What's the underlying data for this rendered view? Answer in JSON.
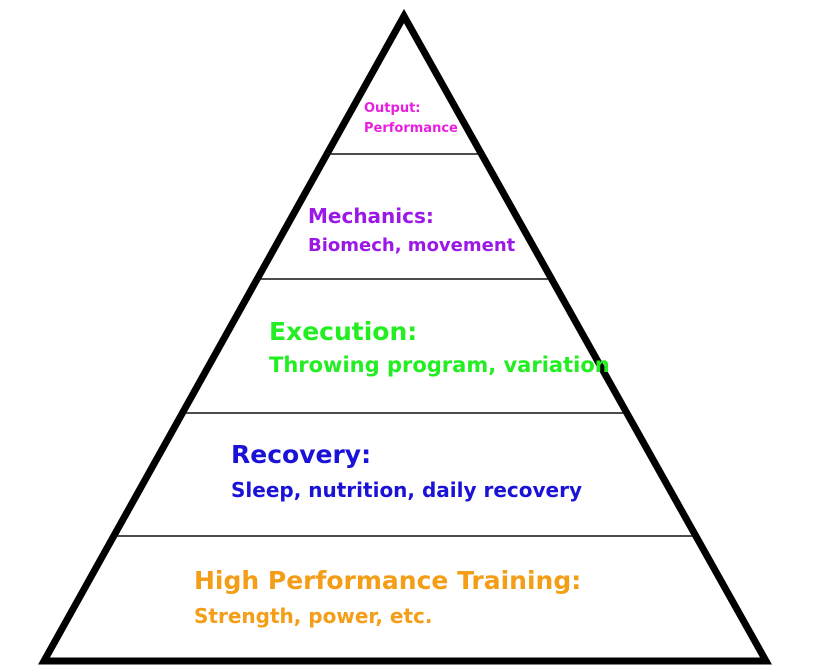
{
  "diagram": {
    "tiers": [
      {
        "id": "output",
        "title": "Output:",
        "subtitle": "Performance",
        "color": "#e91ee0"
      },
      {
        "id": "mechanics",
        "title": "Mechanics:",
        "subtitle": "Biomech, movement",
        "color": "#9b19e6"
      },
      {
        "id": "execution",
        "title": "Execution:",
        "subtitle": "Throwing program, variation",
        "color": "#22ee22"
      },
      {
        "id": "recovery",
        "title": "Recovery:",
        "subtitle": "Sleep, nutrition, daily recovery",
        "color": "#1a12d6"
      },
      {
        "id": "training",
        "title": "High Performance Training:",
        "subtitle": "Strength, power, etc.",
        "color": "#f49d16"
      }
    ],
    "outline_color": "#000000",
    "divider_color": "#111111"
  }
}
